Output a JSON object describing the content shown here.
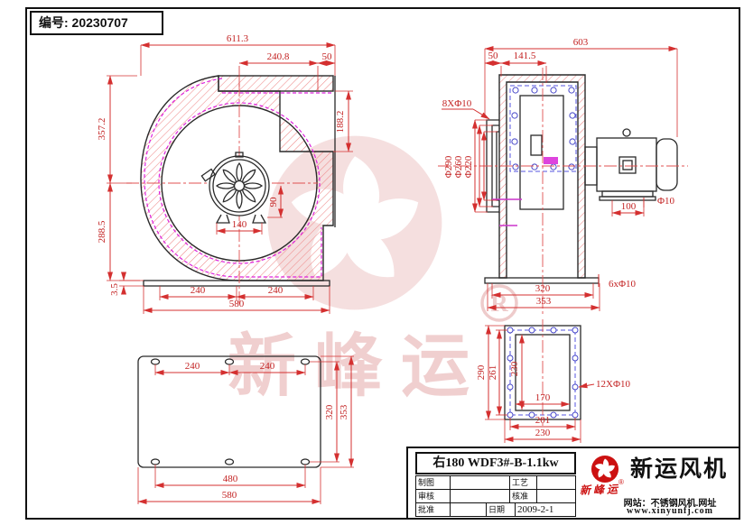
{
  "page": {
    "serial": "编号: 20230707",
    "watermark": {
      "brand_text": "新峰运",
      "registered": "R"
    }
  },
  "colors": {
    "dimension_red": "#c32222",
    "hatch_red": "#ee8888",
    "outline_black": "#2a2a2a",
    "liner_magenta": "#dd22dd",
    "bolt_blue": "#5555e0",
    "watermark_pink": "#eabfbf",
    "logo_red": "#cc1111"
  },
  "front_view": {
    "dims": {
      "total_width": "611.3",
      "outlet_offset": "240.8",
      "outlet_flange": "50",
      "upper_height": "357.2",
      "lower_height": "288.5",
      "base_thickness": "3.5",
      "outlet_height": "188.2",
      "hub_bolt_span": "140",
      "hub_to_base": "90",
      "base_bolt_left": "240",
      "base_bolt_right": "240",
      "base_width": "580"
    }
  },
  "side_view": {
    "dims": {
      "total_length": "603",
      "collar_depth": "50",
      "housing_depth": "141.5",
      "inlet_bolt_holes": "8XΦ10",
      "inlet_d_outer": "Φ290",
      "inlet_d_mid": "Φ260",
      "inlet_d_inner": "Φ220",
      "motor_foot_span": "100",
      "motor_foot_hole": "Φ10",
      "base_bolt_span": "320",
      "base_width": "353",
      "base_holes": "6xΦ10"
    }
  },
  "base_plate_view": {
    "dims": {
      "bolt_left": "240",
      "bolt_right": "240",
      "bolt_vertical": "320",
      "plate_depth": "353",
      "bolt_horizontal": "480",
      "plate_width": "580"
    }
  },
  "flange_view": {
    "dims": {
      "outer_height": "290",
      "bolt_height": "261",
      "inner_height": "230",
      "inner_width": "170",
      "bolt_holes": "12XΦ10",
      "bolt_width": "201",
      "outer_width": "230"
    }
  },
  "title_block": {
    "model": "右180 WDF3#-B-1.1kw",
    "cells": {
      "drafted": "制图",
      "checked": "审核",
      "approved": "批准",
      "process": "工艺",
      "ratified": "核准",
      "date_label": "日期",
      "date_value": "2009-2-1"
    },
    "company": "新运风机",
    "brand_script": "新峰运",
    "registered": "®",
    "website_line1": "网站：不锈钢风机.网址",
    "website_line2": "www.xinyunfj.com"
  }
}
